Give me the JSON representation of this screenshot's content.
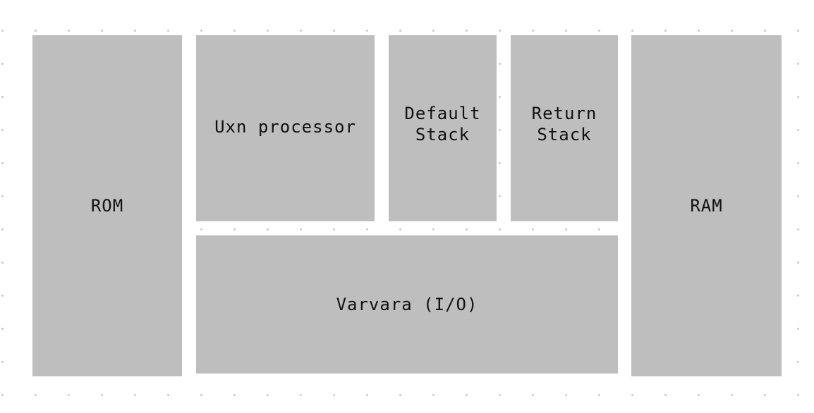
{
  "diagram": {
    "blocks": {
      "rom": "ROM",
      "processor": "Uxn processor",
      "default_stack": "Default\nStack",
      "return_stack": "Return\nStack",
      "ram": "RAM",
      "io": "Varvara (I/O)"
    },
    "colors": {
      "block_fill": "#bebebe",
      "grid_dot": "#c8c8c8",
      "background": "#ffffff"
    }
  }
}
